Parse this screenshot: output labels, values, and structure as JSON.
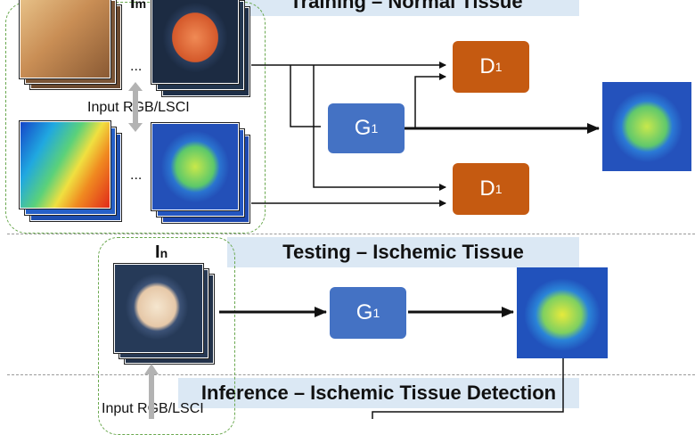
{
  "banners": {
    "training": "Training – Normal Tissue",
    "testing": "Testing – Ischemic Tissue",
    "inference": "Inference – Ischemic Tissue Detection"
  },
  "nodes": {
    "generator": {
      "main": "G",
      "sub": "1"
    },
    "discriminator": {
      "main": "D",
      "sub": "1"
    }
  },
  "labels": {
    "input_training": "Input  RGB/LSCI",
    "input_inference": "Input  RGB/LSCI",
    "i_train": {
      "main": "I",
      "sub": "m"
    },
    "i_test": {
      "main": "I",
      "sub": "n"
    },
    "ellipsis": "..."
  },
  "colors": {
    "generator": "#4472c4",
    "discriminator": "#c55a11",
    "banner": "#dbe8f4",
    "group_border": "#6aa84f",
    "divider": "#9a9a9a"
  },
  "icons": {
    "double_arrow": "vertical-double-arrow-icon",
    "up_arrow": "up-arrow-icon"
  }
}
